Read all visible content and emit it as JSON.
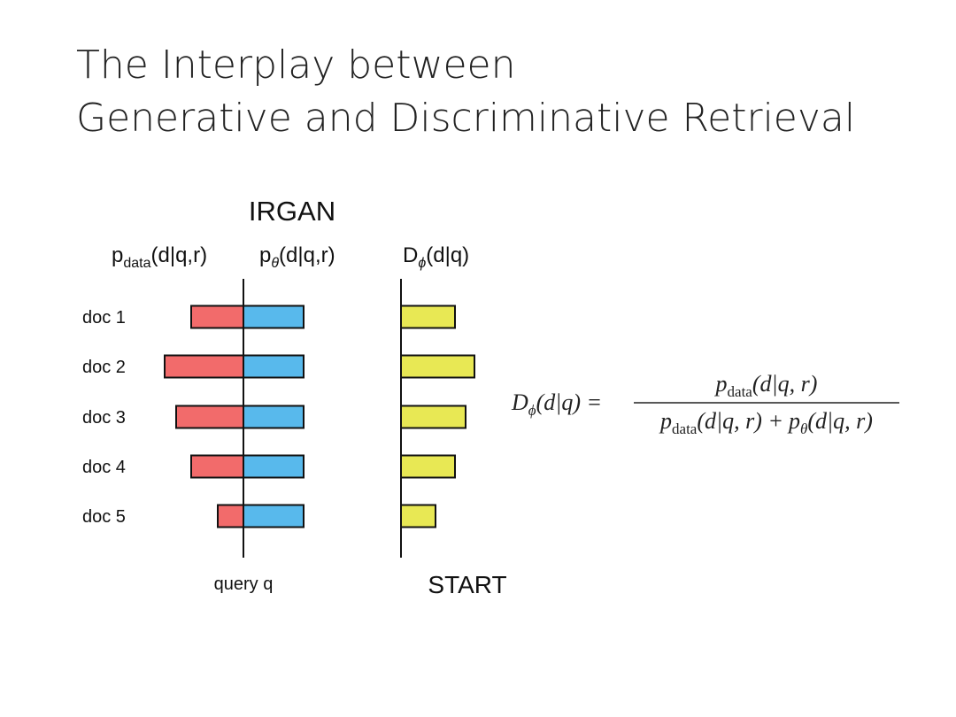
{
  "slide": {
    "title_line1": "The Interplay between",
    "title_line2": "Generative and Discriminative Retrieval"
  },
  "diagram": {
    "heading": "IRGAN",
    "col_pdata": {
      "base": "p",
      "sub": "data",
      "args": "(d|q,r)"
    },
    "col_ptheta": {
      "base": "p",
      "sub": "θ",
      "args": "(d|q,r)"
    },
    "col_dphi": {
      "base": "D",
      "sub": "ϕ",
      "args": "(d|q)"
    },
    "docs": [
      {
        "label": "doc 1",
        "p_data": 0.59,
        "p_theta": 0.68,
        "d_phi": 0.61
      },
      {
        "label": "doc 2",
        "p_data": 0.89,
        "p_theta": 0.68,
        "d_phi": 0.83
      },
      {
        "label": "doc 3",
        "p_data": 0.76,
        "p_theta": 0.68,
        "d_phi": 0.73
      },
      {
        "label": "doc 4",
        "p_data": 0.59,
        "p_theta": 0.68,
        "d_phi": 0.61
      },
      {
        "label": "doc 5",
        "p_data": 0.29,
        "p_theta": 0.68,
        "d_phi": 0.39
      }
    ],
    "query_label": "query q",
    "start_label": "START",
    "colors": {
      "p_data": "#f26b6b",
      "p_theta": "#58b9ec",
      "d_phi": "#e8e854",
      "axis": "#111111"
    }
  },
  "formula": {
    "lhs_base": "D",
    "lhs_sub": "ϕ",
    "lhs_args": "(d|q) =",
    "num_base": "p",
    "num_sub": "data",
    "num_args": "(d|q, r)",
    "den_base1": "p",
    "den_sub1": "data",
    "den_args1": "(d|q, r) +",
    "den_base2": "p",
    "den_sub2": "θ",
    "den_args2": "(d|q, r)"
  }
}
